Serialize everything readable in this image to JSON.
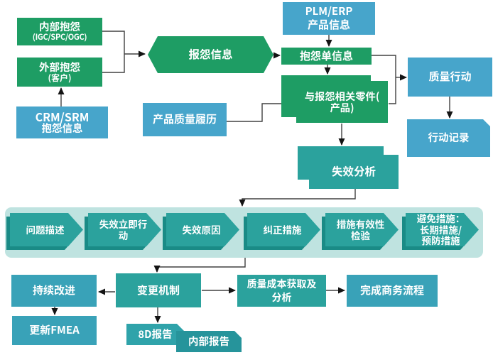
{
  "diagram": {
    "colors": {
      "green_box": "#1E9D64",
      "blue_box": "#47A5CB",
      "teal_box": "#2BA29D",
      "teal_box_alt": "#2FA3AA",
      "teal_box_dark": "#26949B",
      "blue_teal_box": "#39A2B8",
      "band_background": "#BFE3E0",
      "chevron_shadow": "#1A8B86",
      "connector_line": "#404040",
      "text": "#FFFFFF"
    },
    "nodes": {
      "internal_complaint": {
        "lines": [
          "内部抱怨",
          "(IGC/SPC/OGC)"
        ]
      },
      "external_complaint": {
        "lines": [
          "外部抱怨",
          "(客户)"
        ]
      },
      "crm_srm_complaint_info": {
        "lines": [
          "CRM/SRM",
          "抱怨信息"
        ]
      },
      "complaint_info": {
        "label": "报怨信息"
      },
      "plm_erp_product_info": {
        "lines": [
          "PLM/ERP",
          "产品信息"
        ]
      },
      "complaint_order_info": {
        "label": "抱怨单信息"
      },
      "product_quality_history": {
        "label": "产品质量履历"
      },
      "complaint_related_parts": {
        "lines": [
          "与报怨相关零件(",
          "产品)"
        ]
      },
      "quality_action": {
        "label": "质量行动"
      },
      "action_record": {
        "label": "行动记录"
      },
      "failure_analysis": {
        "label": "失效分析"
      },
      "eight_d_steps": [
        {
          "label": "问题描述"
        },
        {
          "lines": [
            "失效立即行",
            "动"
          ]
        },
        {
          "label": "失效原因"
        },
        {
          "label": "纠正措施"
        },
        {
          "lines": [
            "措施有效性",
            "检验"
          ]
        },
        {
          "lines": [
            "避免措施：",
            "长期措施/",
            "预防措施"
          ]
        }
      ],
      "continuous_improvement": {
        "label": "持续改进"
      },
      "change_mechanism": {
        "label": "变更机制"
      },
      "quality_cost_analysis": {
        "lines": [
          "质量成本获取及",
          "分析"
        ]
      },
      "complete_business_process": {
        "label": "完成商务流程"
      },
      "update_fmea": {
        "label": "更新FMEA"
      },
      "report_8d": {
        "label": "8D报告"
      },
      "internal_report": {
        "label": "内部报告"
      }
    }
  }
}
